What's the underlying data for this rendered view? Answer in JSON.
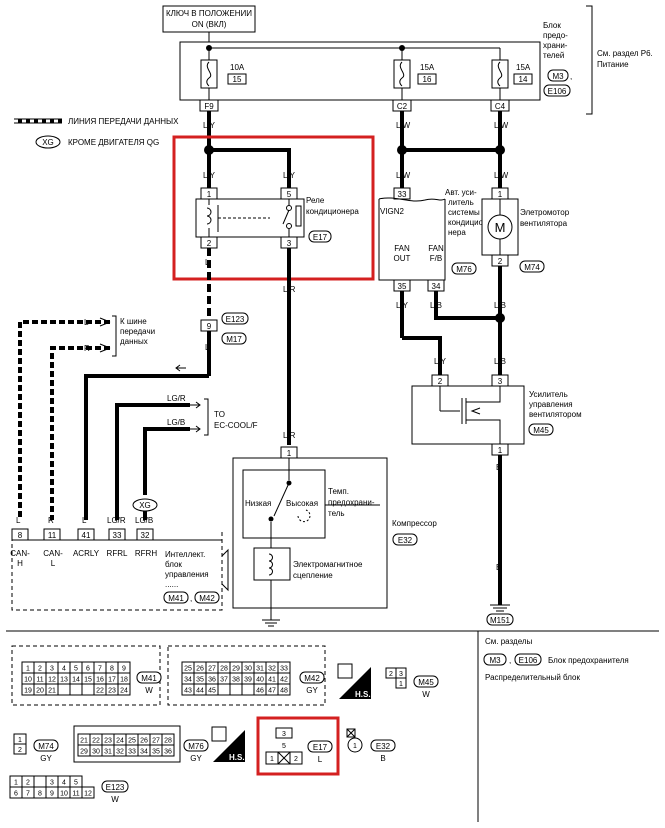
{
  "top": {
    "ignition": [
      "КЛЮЧ В ПОЛОЖЕНИИ",
      "ON (ВКЛ)"
    ],
    "fuse_block": [
      "Блок",
      "предо-",
      "храни-",
      "телей"
    ],
    "fuse_block_conn1": "M3",
    "fuse_block_conn2": "E106",
    "power_ref": [
      "См. раздел P6.",
      "Питание"
    ],
    "fuses": [
      {
        "rating": "10A",
        "number": "15",
        "pin": "F9"
      },
      {
        "rating": "15A",
        "number": "16",
        "pin": "C2"
      },
      {
        "rating": "15A",
        "number": "14",
        "pin": "C4"
      }
    ]
  },
  "legend": {
    "data_line": "ЛИНИЯ ПЕРЕДАЧИ ДАННЫХ",
    "xg_tag": "XG",
    "xg_text": "КРОМЕ ДВИГАТЕЛЯ QG"
  },
  "wires": {
    "ly": "L/Y",
    "lw": "L/W",
    "l": "L",
    "r": "R",
    "lr": "L/R",
    "lb": "L/B",
    "b": "B",
    "lgr": "LG/R",
    "lgb": "LG/B"
  },
  "relay": {
    "title": [
      "Реле",
      "кондиционера"
    ],
    "pin1": "1",
    "pin5": "5",
    "pin2": "2",
    "pin3": "3",
    "connector": "E17"
  },
  "ecm": {
    "pin33": "33",
    "vign": "VIGN2",
    "fan_out": [
      "FAN",
      "OUT"
    ],
    "pin35": "35",
    "fan_fb": [
      "FAN",
      "F/B"
    ],
    "pin34": "34",
    "label": [
      "Авт. уси-",
      "литель",
      "системы",
      "кондицио-",
      "нера"
    ],
    "connector": "M76"
  },
  "motor": {
    "symbol": "M",
    "pin1": "1",
    "pin2": "2",
    "label": [
      "Элетромотор",
      "вентилятора"
    ],
    "connector": "M74"
  },
  "joint": {
    "pin": "9",
    "connector1": "E123",
    "connector2": "M17",
    "bus": [
      "К шине",
      "передачи",
      "данных"
    ],
    "to_ec": [
      "TO",
      "EC-COOL/F"
    ]
  },
  "amp": {
    "pin2": "2",
    "pin3": "3",
    "pin1": "1",
    "label": [
      "Усилитель",
      "управления",
      "вентилятором"
    ],
    "connector": "M45",
    "ground": "M151"
  },
  "compressor": {
    "pin": "1",
    "low": "Низкая",
    "high": "Высокая",
    "fuse": [
      "Темп.",
      "предохрани-",
      "тель"
    ],
    "clutch": [
      "Электромагнитное",
      "сцепление"
    ],
    "title": "Компрессор",
    "connector": "E32"
  },
  "ipdm": {
    "pins": [
      "8",
      "11",
      "41",
      "33",
      "32"
    ],
    "names": [
      [
        "CAN-",
        "H"
      ],
      [
        "CAN-",
        "L"
      ],
      [
        "ACRLY"
      ],
      [
        "RFRL"
      ],
      [
        "RFRH"
      ]
    ],
    "xg": "XG",
    "label": [
      "Интеллект.",
      "блок",
      "управления",
      "......"
    ],
    "connector1": "M41",
    "connector2": "M42"
  },
  "refs": {
    "see": "См. разделы",
    "conn1": "M3",
    "conn2": "E106",
    "fuse_block": "Блок предохранителя",
    "dist_block": "Распределительный блок"
  },
  "connectors": {
    "m41": {
      "id": "M41",
      "color": "W",
      "rows": [
        [
          "1",
          "2",
          "3",
          "4",
          "5",
          "6",
          "7",
          "8",
          "9"
        ],
        [
          "10",
          "11",
          "12",
          "13",
          "14",
          "15",
          "16",
          "17",
          "18"
        ],
        [
          "19",
          "20",
          "21",
          "",
          "",
          "",
          "22",
          "23",
          "24"
        ]
      ]
    },
    "m42": {
      "id": "M42",
      "color": "GY",
      "rows": [
        [
          "25",
          "26",
          "27",
          "28",
          "29",
          "30",
          "31",
          "32",
          "33"
        ],
        [
          "34",
          "35",
          "36",
          "37",
          "38",
          "39",
          "40",
          "41",
          "42"
        ],
        [
          "43",
          "44",
          "45",
          "",
          "",
          "",
          "46",
          "47",
          "48"
        ]
      ]
    },
    "hs": "H.S.",
    "m45": {
      "id": "M45",
      "color": "W",
      "pins": [
        "2",
        "3",
        "1"
      ]
    },
    "m74": {
      "id": "M74",
      "color": "GY",
      "pins": [
        "1",
        "2"
      ]
    },
    "m76": {
      "id": "M76",
      "color": "GY",
      "rows": [
        [
          "21",
          "22",
          "23",
          "24",
          "25",
          "26",
          "27",
          "28"
        ],
        [
          "29",
          "30",
          "31",
          "32",
          "33",
          "34",
          "35",
          "36"
        ]
      ]
    },
    "e17": {
      "id": "E17",
      "color": "L",
      "pins": [
        "3",
        "5",
        "1",
        "2"
      ]
    },
    "e32": {
      "id": "E32",
      "color": "B",
      "pin": "1"
    },
    "e123": {
      "id": "E123",
      "color": "W",
      "rows": [
        [
          "1",
          "2",
          "",
          "3",
          "4",
          "5"
        ],
        [
          "6",
          "7",
          "8",
          "9",
          "10",
          "11",
          "12"
        ]
      ]
    }
  }
}
